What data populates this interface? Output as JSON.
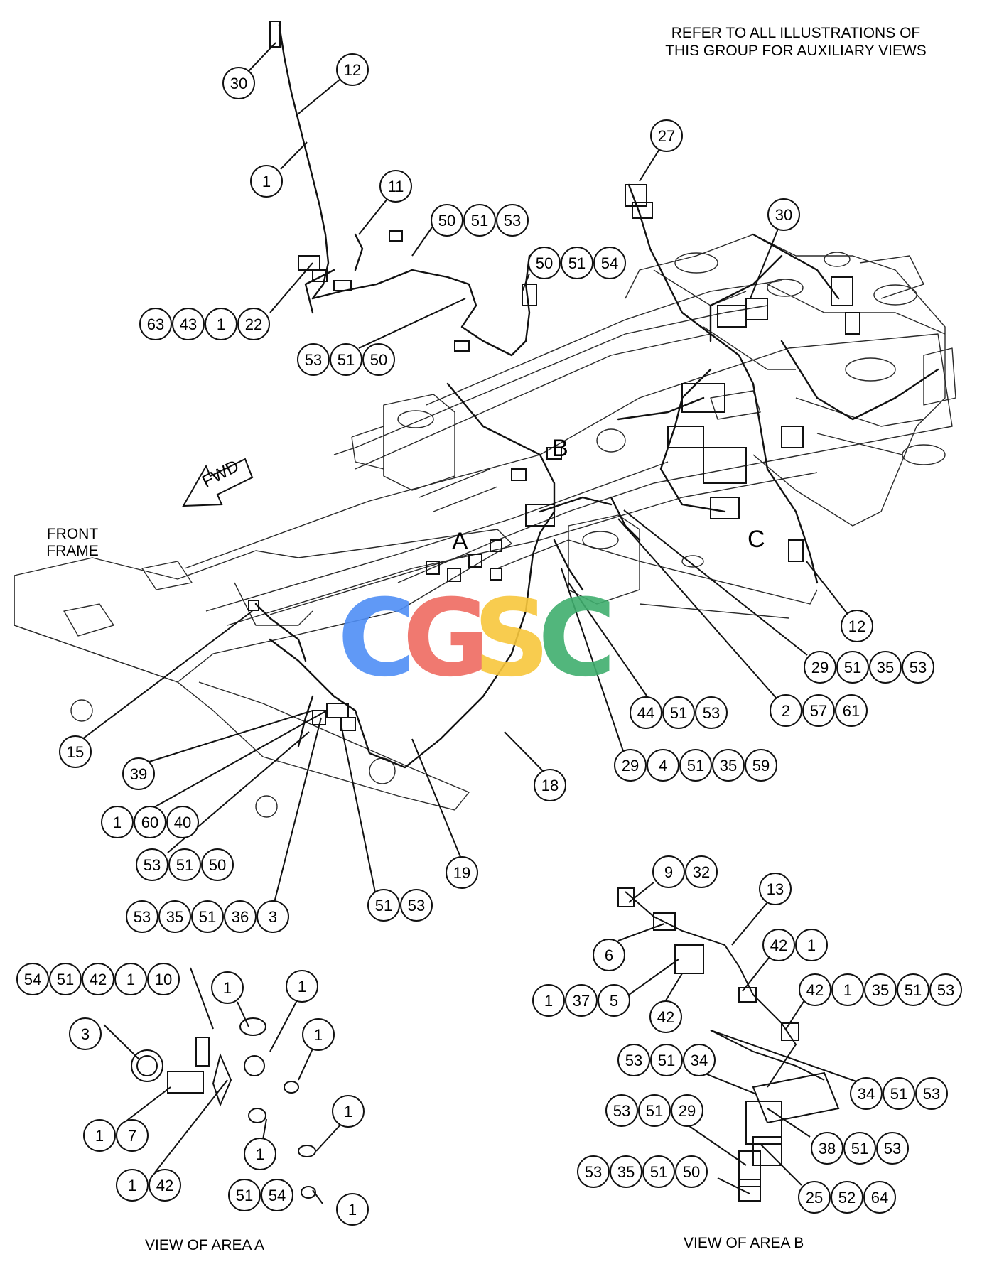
{
  "note": {
    "line1": "REFER TO ALL ILLUSTRATIONS OF",
    "line2": "THIS GROUP FOR AUXILIARY VIEWS"
  },
  "front_frame": {
    "line1": "FRONT",
    "line2": "FRAME"
  },
  "fwd": "FWD",
  "areas": {
    "a": "A",
    "b": "B",
    "c": "C"
  },
  "captions": {
    "view_a": "VIEW OF AREA A",
    "view_b": "VIEW OF AREA B"
  },
  "watermark": {
    "letters": [
      "C",
      "G",
      "S",
      "C"
    ],
    "colors": [
      "#4f8ef5",
      "#ee6a60",
      "#f7c63c",
      "#3fae6e"
    ]
  },
  "callouts": [
    [
      "30"
    ],
    [
      "12"
    ],
    [
      "1"
    ],
    [
      "11"
    ],
    [
      "50",
      "51",
      "53"
    ],
    [
      "50",
      "51",
      "54"
    ],
    [
      "63",
      "43",
      "1",
      "22"
    ],
    [
      "53",
      "51",
      "50"
    ],
    [
      "27"
    ],
    [
      "30"
    ],
    [
      "12"
    ],
    [
      "29",
      "51",
      "35",
      "53"
    ],
    [
      "2",
      "57",
      "61"
    ],
    [
      "44",
      "51",
      "53"
    ],
    [
      "29",
      "4",
      "51",
      "35",
      "59"
    ],
    [
      "15"
    ],
    [
      "39"
    ],
    [
      "1",
      "60",
      "40"
    ],
    [
      "53",
      "51",
      "50"
    ],
    [
      "53",
      "35",
      "51",
      "36",
      "3"
    ],
    [
      "51",
      "53"
    ],
    [
      "19"
    ],
    [
      "18"
    ],
    [
      "54",
      "51",
      "42",
      "1",
      "10"
    ],
    [
      "3"
    ],
    [
      "1",
      "7"
    ],
    [
      "1",
      "42"
    ],
    [
      "1"
    ],
    [
      "1"
    ],
    [
      "1"
    ],
    [
      "1"
    ],
    [
      "1"
    ],
    [
      "51",
      "54"
    ],
    [
      "1"
    ],
    [
      "9",
      "32"
    ],
    [
      "13"
    ],
    [
      "6"
    ],
    [
      "42",
      "1"
    ],
    [
      "1",
      "37",
      "5"
    ],
    [
      "42"
    ],
    [
      "42",
      "1",
      "35",
      "51",
      "53"
    ],
    [
      "53",
      "51",
      "34"
    ],
    [
      "34",
      "51",
      "53"
    ],
    [
      "53",
      "51",
      "29"
    ],
    [
      "38",
      "51",
      "53"
    ],
    [
      "53",
      "35",
      "51",
      "50"
    ],
    [
      "25",
      "52",
      "64"
    ]
  ]
}
